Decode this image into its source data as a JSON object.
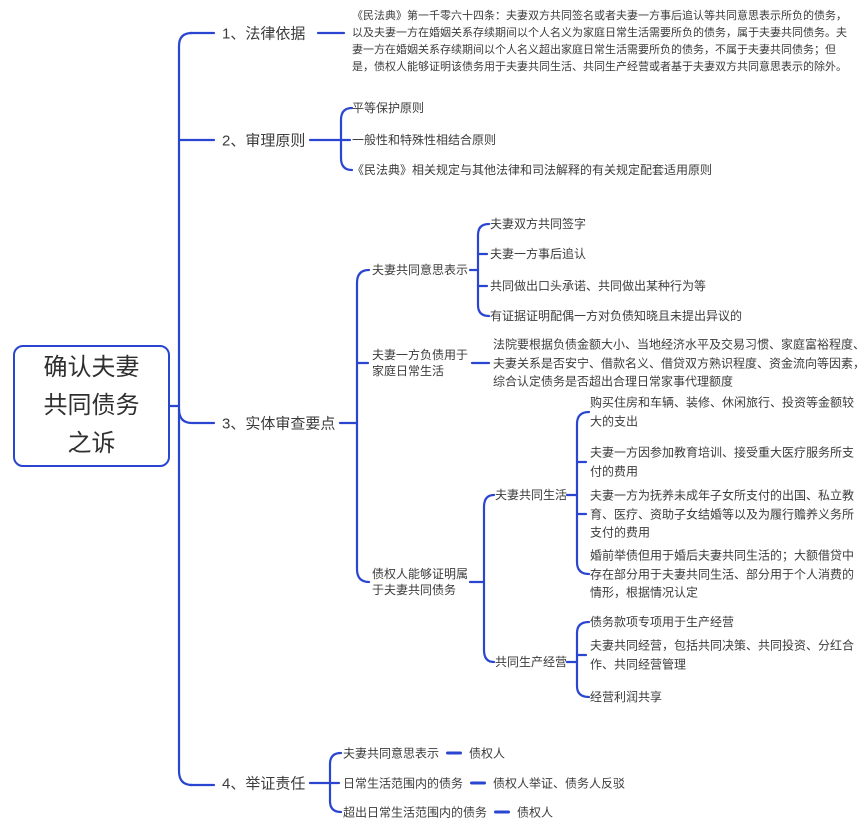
{
  "colors": {
    "line": "#2a46d0",
    "text": "#3c3c3c"
  },
  "root": {
    "title": "确认夫妻共同债务之诉"
  },
  "branches": [
    {
      "label": "1、法律依据",
      "content": "《民法典》第一千零六十四条：夫妻双方共同签名或者夫妻一方事后追认等共同意思表示所负的债务，以及夫妻一方在婚姻关系存续期间以个人名义为家庭日常生活需要所负的债务，属于夫妻共同债务。夫妻一方在婚姻关系存续期间以个人名义超出家庭日常生活需要所负的债务，不属于夫妻共同债务；但是，债权人能够证明该债务用于夫妻共同生活、共同生产经营或者基于夫妻双方共同意思表示的除外。"
    },
    {
      "label": "2、审理原则",
      "items": [
        "平等保护原则",
        "一般性和特殊性相结合原则",
        "《民法典》相关规定与其他法律和司法解释的有关规定配套适用原则"
      ]
    },
    {
      "label": "3、实体审查要点",
      "children": [
        {
          "label": "夫妻共同意思表示",
          "items": [
            "夫妻双方共同签字",
            "夫妻一方事后追认",
            "共同做出口头承诺、共同做出某种行为等",
            "有证据证明配偶一方对负债知晓且未提出异议的"
          ]
        },
        {
          "label": "夫妻一方负债用于家庭日常生活",
          "content": "法院要根据负债金额大小、当地经济水平及交易习惯、家庭富裕程度、夫妻关系是否安宁、借款名义、借贷双方熟识程度、资金流向等因素，综合认定债务是否超出合理日常家事代理额度"
        },
        {
          "label": "债权人能够证明属于夫妻共同债务",
          "children": [
            {
              "label": "夫妻共同生活",
              "items": [
                "购买住房和车辆、装修、休闲旅行、投资等金额较大的支出",
                "夫妻一方因参加教育培训、接受重大医疗服务所支付的费用",
                "夫妻一方为抚养未成年子女所支付的出国、私立教育、医疗、资助子女结婚等以及为履行赡养义务所支付的费用",
                "婚前举债但用于婚后夫妻共同生活的；大额借贷中存在部分用于夫妻共同生活、部分用于个人消费的情形，根据情况认定"
              ]
            },
            {
              "label": "共同生产经营",
              "items": [
                "债务款项专项用于生产经营",
                "夫妻共同经营，包括共同决策、共同投资、分红合作、共同经营管理",
                "经营利润共享"
              ]
            }
          ]
        }
      ]
    },
    {
      "label": "4、举证责任",
      "items": [
        {
          "label": "夫妻共同意思表示",
          "value": "债权人"
        },
        {
          "label": "日常生活范围内的债务",
          "value": "债权人举证、债务人反驳"
        },
        {
          "label": "超出日常生活范围内的债务",
          "value": "债权人"
        }
      ]
    }
  ]
}
